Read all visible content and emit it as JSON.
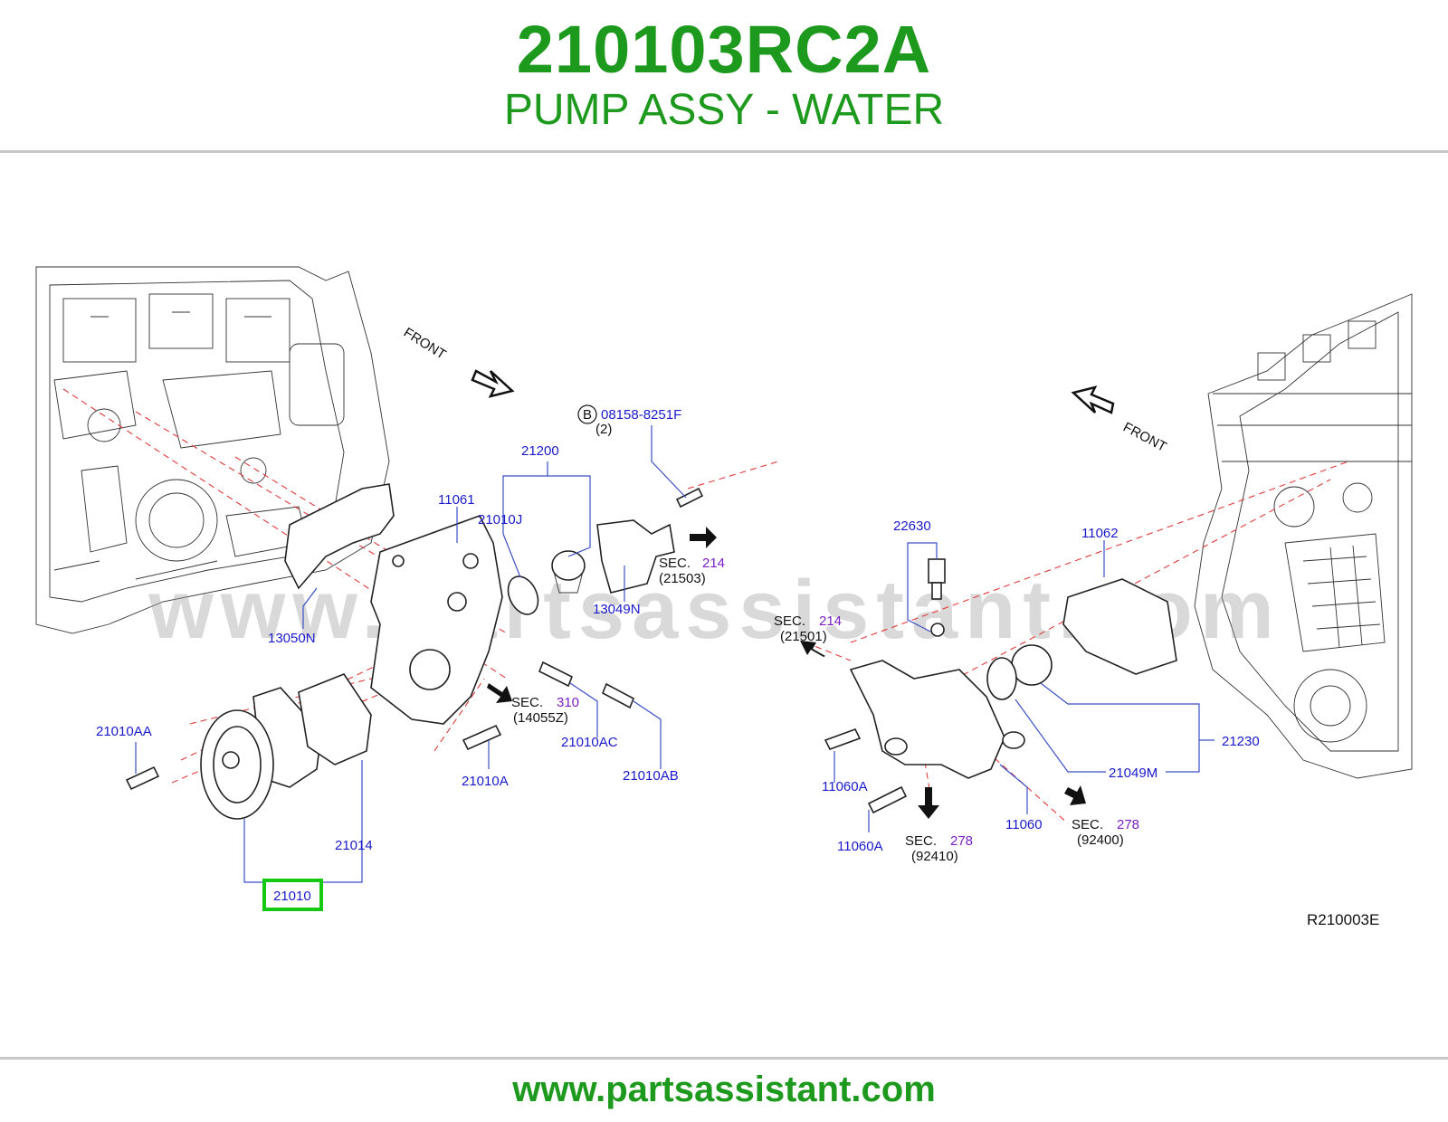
{
  "header": {
    "part_number": "210103RC2A",
    "part_name": "PUMP ASSY - WATER"
  },
  "diagram": {
    "front_left": "FRONT",
    "front_right": "FRONT",
    "watermark": "www.partsassistant.com",
    "drawing_code": "R210003E",
    "callouts": {
      "bolt_b_marker": "B",
      "bolt_b": "08158-8251F",
      "bolt_b_qty": "(2)",
      "p21200": "21200",
      "p11061": "11061",
      "p21010J": "21010J",
      "p13050N": "13050N",
      "p13049N": "13049N",
      "sec214_a_label": "SEC.",
      "sec214_a_num": "214",
      "sec214_a_ref": "(21503)",
      "p21010AA": "21010AA",
      "sec310_label": "SEC.",
      "sec310_num": "310",
      "sec310_ref": "(14055Z)",
      "p21010AC": "21010AC",
      "p21010A": "21010A",
      "p21010AB": "21010AB",
      "p21014": "21014",
      "p21010": "21010",
      "p22630": "22630",
      "p11062": "11062",
      "sec214_b_label": "SEC.",
      "sec214_b_num": "214",
      "sec214_b_ref": "(21501)",
      "p21230": "21230",
      "p21049M": "21049M",
      "p11060A_1": "11060A",
      "p11060A_2": "11060A",
      "p11060": "11060",
      "sec278_a_label": "SEC.",
      "sec278_a_num": "278",
      "sec278_a_ref": "(92410)",
      "sec278_b_label": "SEC.",
      "sec278_b_num": "278",
      "sec278_b_ref": "(92400)"
    }
  },
  "footer": {
    "url": "www.partsassistant.com"
  },
  "colors": {
    "brand_green": "#1d9a1d",
    "callout_blue": "#1a1acb",
    "section_purple": "#7a1fc4",
    "leader_red": "#e03a3a",
    "highlight_green": "#14c814"
  }
}
